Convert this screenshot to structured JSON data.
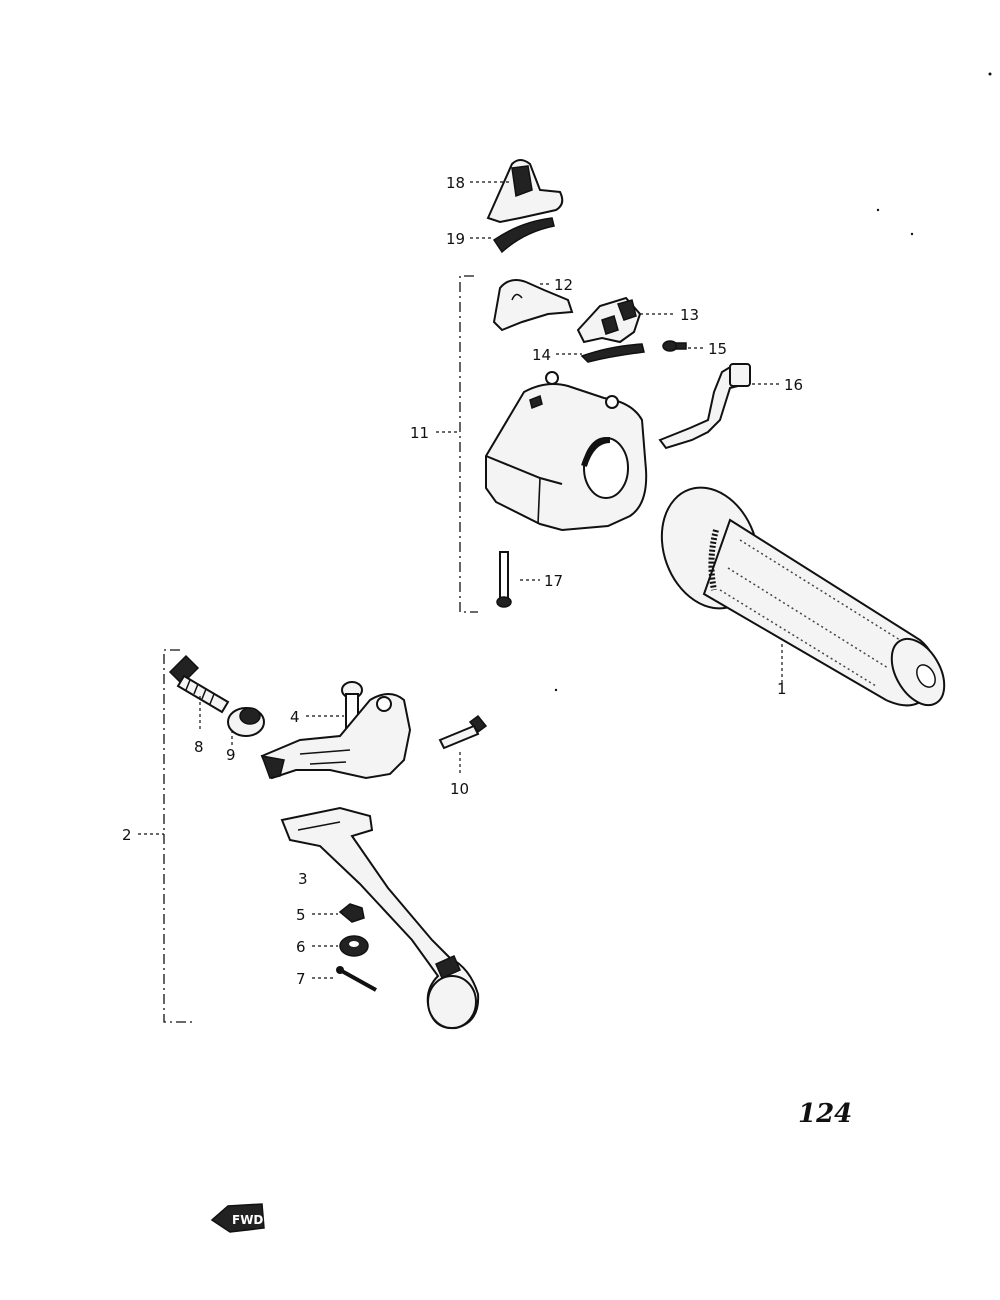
{
  "callouts": {
    "n1": "1",
    "n2": "2",
    "n3": "3",
    "n4": "4",
    "n5": "5",
    "n6": "6",
    "n7": "7",
    "n8": "8",
    "n9": "9",
    "n10": "10",
    "n11": "11",
    "n12": "12",
    "n13": "13",
    "n14": "14",
    "n15": "15",
    "n16": "16",
    "n17": "17",
    "n18": "18",
    "n19": "19"
  },
  "page_number": "124",
  "forward_marker": "FWD",
  "icons": {
    "forward": "arrow-left-icon"
  }
}
